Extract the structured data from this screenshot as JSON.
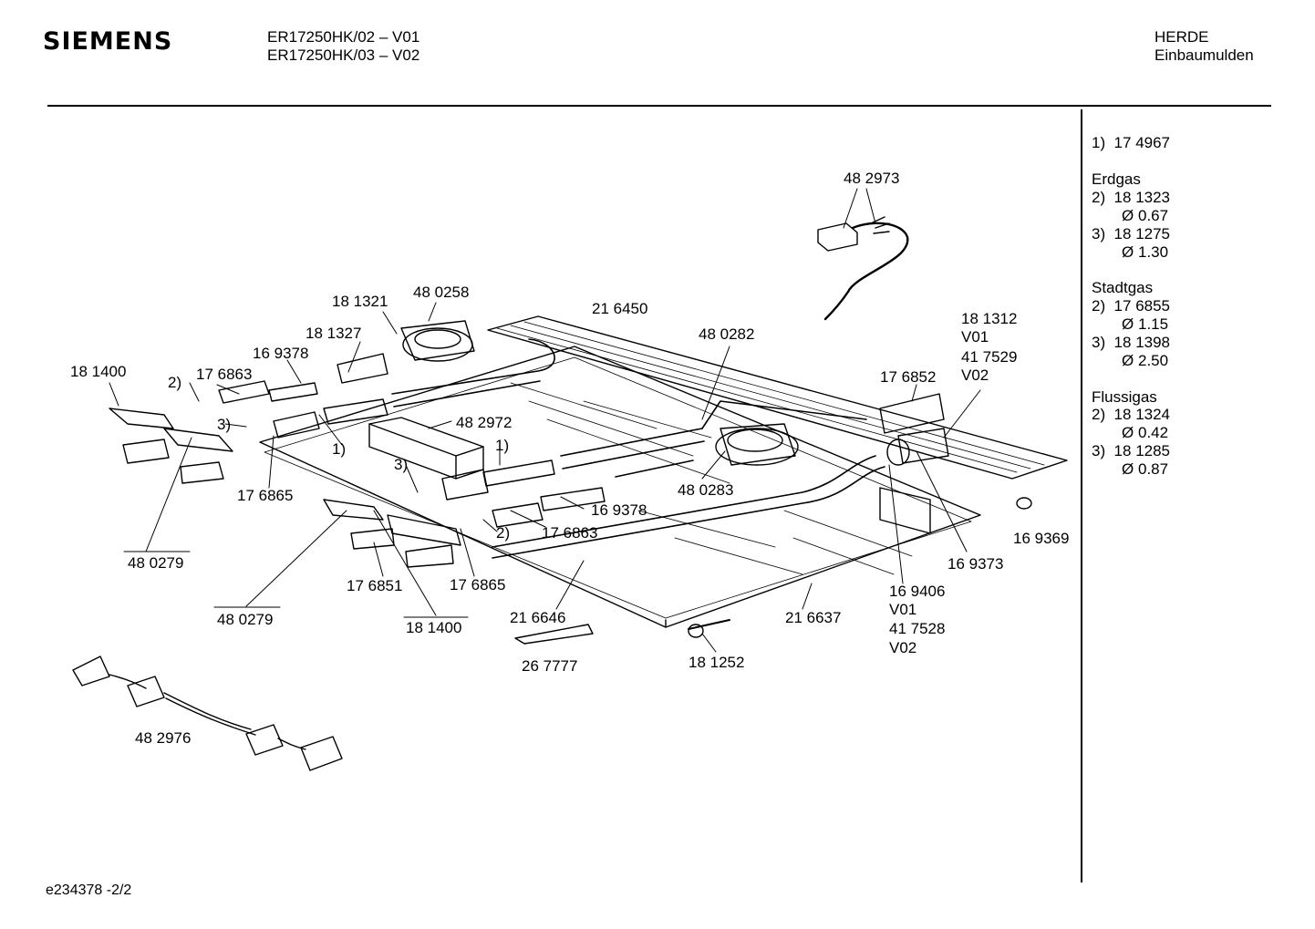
{
  "header": {
    "brand": "SIEMENS",
    "models": [
      "ER17250HK/02 – V01",
      "ER17250HK/03 – V02"
    ],
    "category": [
      "HERDE",
      "Einbaumulden"
    ]
  },
  "sidebar": {
    "lines": [
      "1)  17 4967",
      "",
      "Erdgas",
      "2)  18 1323",
      "       Ø 0.67",
      "3)  18 1275",
      "       Ø 1.30",
      "",
      "Stadtgas",
      "2)  17 6855",
      "       Ø 1.15",
      "3)  18 1398",
      "       Ø 2.50",
      "",
      "Flussigas",
      "2)  18 1324",
      "       Ø 0.42",
      "3)  18 1285",
      "       Ø 0.87"
    ]
  },
  "labels": [
    "48 2973",
    "18 1321",
    "48 0258",
    "21 6450",
    "18 1327",
    "48 0282",
    "18 1312",
    "V01",
    "16 9378",
    "41 7529",
    "18 1400",
    "17 6863",
    "V02",
    "17 6852",
    "2)",
    "3)",
    "48 2972",
    "1)",
    "1)",
    "3)",
    "17 6865",
    "48 0283",
    "16 9378",
    "2)",
    "17 6863",
    "16 9369",
    "48 0279",
    "16 9373",
    "17 6851",
    "17 6865",
    "16 9406",
    "V01",
    "48 0279",
    "21 6646",
    "21 6637",
    "41 7528",
    "18 1400",
    "V02",
    "26 7777",
    "18 1252",
    "48 2976"
  ],
  "footer": {
    "code": "e234378   -2/2"
  }
}
